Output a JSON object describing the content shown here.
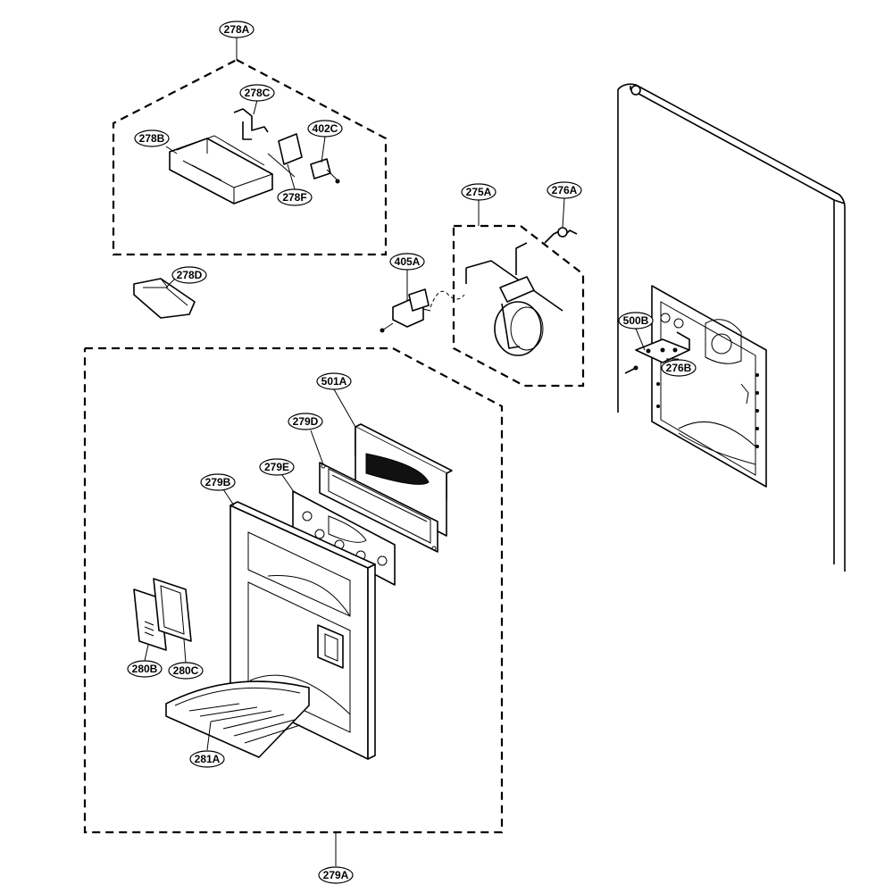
{
  "labels": {
    "l278A": "278A",
    "l278B": "278B",
    "l278C": "278C",
    "l278D": "278D",
    "l278F": "278F",
    "l402C": "402C",
    "l275A": "275A",
    "l276A": "276A",
    "l405A": "405A",
    "l500B": "500B",
    "l276B": "276B",
    "l501A": "501A",
    "l279D": "279D",
    "l279E": "279E",
    "l279B": "279B",
    "l280B": "280B",
    "l280C": "280C",
    "l281A": "281A",
    "l279A": "279A"
  }
}
